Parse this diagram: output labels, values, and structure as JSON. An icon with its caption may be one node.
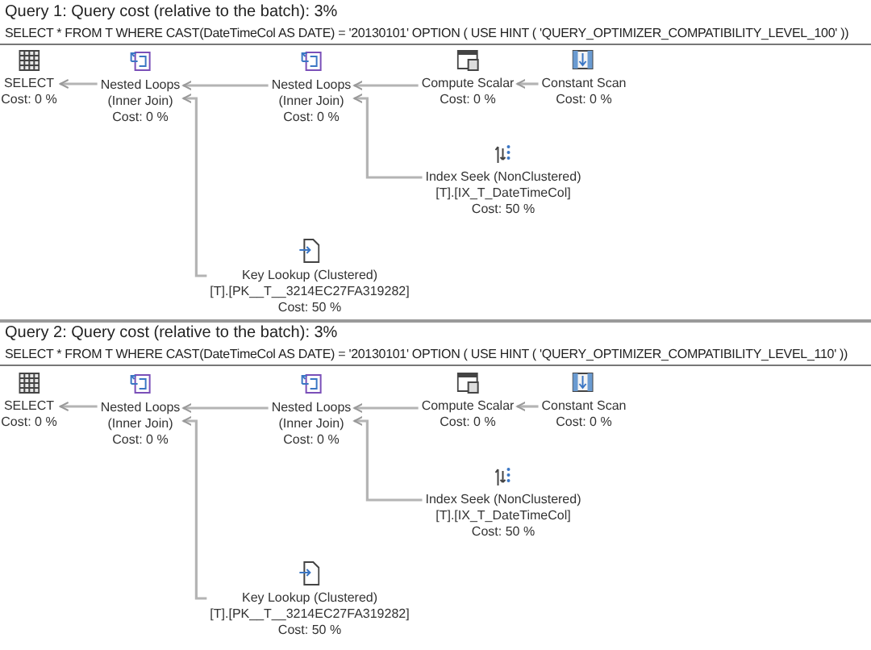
{
  "diagram": {
    "nodes": [
      {
        "text": [
          "SELECT",
          "Cost: 0 %"
        ]
      },
      {
        "text": [
          "Nested Loops",
          "(Inner Join)",
          "Cost: 0 %"
        ]
      },
      {
        "text": [
          "Nested Loops",
          "(Inner Join)",
          "Cost: 0 %"
        ]
      },
      {
        "text": [
          "Compute Scalar",
          "Cost: 0 %"
        ]
      },
      {
        "text": [
          "Constant Scan",
          "Cost: 0 %"
        ]
      },
      {
        "text": [
          "Index Seek (NonClustered)",
          "[T].[IX_T_DateTimeCol]",
          "Cost: 50 %"
        ]
      },
      {
        "text": [
          "Key Lookup (Clustered)",
          "[T].[PK__T__3214EC27FA319282]",
          "Cost: 50 %"
        ]
      },
      {
        "text": [
          "SELECT",
          "Cost: 0 %"
        ]
      },
      {
        "text": [
          "Nested Loops",
          "(Inner Join)",
          "Cost: 0 %"
        ]
      },
      {
        "text": [
          "Nested Loops",
          "(Inner Join)",
          "Cost: 0 %"
        ]
      },
      {
        "text": [
          "Compute Scalar",
          "Cost: 0 %"
        ]
      },
      {
        "text": [
          "Constant Scan",
          "Cost: 0 %"
        ]
      },
      {
        "text": [
          "Index Seek (NonClustered)",
          "[T].[IX_T_DateTimeCol]",
          "Cost: 50 %"
        ]
      },
      {
        "text": [
          "Key Lookup (Clustered)",
          "[T].[PK__T__3214EC27FA319282]",
          "Cost: 50 %"
        ]
      }
    ],
    "edges": [
      {
        "from": 1,
        "to": 0,
        "arrow": "to"
      },
      {
        "from": 2,
        "to": 1,
        "arrow": "to"
      },
      {
        "from": 6,
        "to": 1,
        "arrow": "to"
      },
      {
        "from": 3,
        "to": 2,
        "arrow": "to"
      },
      {
        "from": 4,
        "to": 3,
        "arrow": "to"
      },
      {
        "from": 5,
        "to": 2,
        "arrow": "to"
      },
      {
        "from": 8,
        "to": 7,
        "arrow": "to"
      },
      {
        "from": 9,
        "to": 8,
        "arrow": "to"
      },
      {
        "from": 13,
        "to": 8,
        "arrow": "to"
      },
      {
        "from": 10,
        "to": 9,
        "arrow": "to"
      },
      {
        "from": 11,
        "to": 10,
        "arrow": "to"
      },
      {
        "from": 12,
        "to": 9,
        "arrow": "to"
      }
    ],
    "labels": [
      "Query 1: Query cost (relative to the batch): 3%",
      "SELECT * FROM T WHERE CAST(DateTimeCol AS DATE) = '20130101' OPTION ( USE HINT ( 'QUERY_OPTIMIZER_COMPATIBILITY_LEVEL_100' ))",
      "Query 2: Query cost (relative to the batch): 3%",
      "SELECT * FROM T WHERE CAST(DateTimeCol AS DATE) = '20130101' OPTION ( USE HINT ( 'QUERY_OPTIMIZER_COMPATIBILITY_LEVEL_110' ))"
    ]
  }
}
